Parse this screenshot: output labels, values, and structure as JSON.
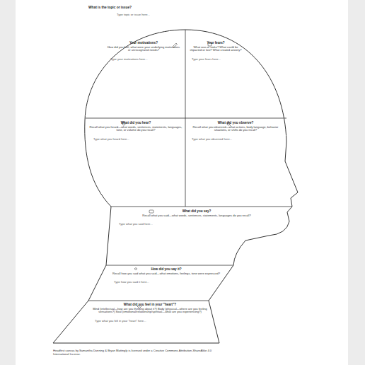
{
  "diagram": {
    "title": "What is the topic or issue?",
    "caption": "Headfirst canvas by Samantha Dunning & Bryan Mattingly is licensed under a Creative Commons Attribution-ShareAlike 4.0 International License.",
    "nodes": [
      {
        "text": [
          "Your motivations?",
          "How did you feel, what were your underlying motivations or unrecognized needs?",
          "Type your motivations here..."
        ]
      },
      {
        "text": [
          "Your fears?",
          "What was at stake? What could be impacted or lost? What created anxiety?",
          "Type your fears here..."
        ]
      },
      {
        "text": [
          "What did you hear?",
          "Recall what you heard—what words, sentences, statements, languages, tone, or volume do you recall?",
          "Type what you heard here..."
        ]
      },
      {
        "text": [
          "What did you observe?",
          "Recall what you observed—what actions, body language, behavior situations, or shifts do you recall?",
          "Type what you observed here..."
        ]
      },
      {
        "text": [
          "What did you say?",
          "Recall what you said—what words, sentences, statements, languages do you recall?",
          "Type what you said here..."
        ]
      },
      {
        "text": [
          "How did you say it?",
          "Recall how you said what you said—what emotions, feelings, tone were expressed?",
          "Type how you said it here..."
        ]
      },
      {
        "text": [
          "What did you feel in your \"heart\"?",
          "Mind (intellectual—how are you thinking about it?) Body (physical—where are you feeling sensations?) Soul (emotional/relationship/spiritual—what are you experiencing?)",
          "Type what you felt in your \"heart\" here..."
        ]
      }
    ],
    "labels": [
      "Type topic or issue here..."
    ]
  }
}
